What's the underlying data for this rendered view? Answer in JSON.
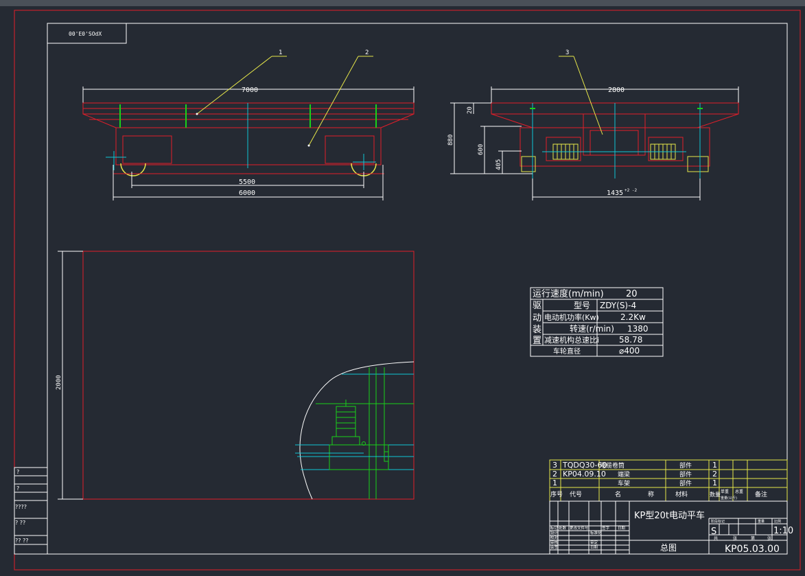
{
  "drawing": {
    "stamp_code": "00'E0'SOdX",
    "balloons": [
      "1",
      "2",
      "3"
    ],
    "side_view": {
      "top_width": "7000",
      "wheel_base": "5500",
      "total_length": "6000"
    },
    "end_view": {
      "top_width": "2800",
      "dim_a": "20",
      "dim_total_height": "880",
      "dim_mid_height": "600",
      "dim_low": "405",
      "gauge": "1435",
      "gauge_tol": "+2 -2"
    },
    "plan_view": {
      "height": "2000"
    },
    "spec_table": {
      "speed_label": "运行速度(m/min)",
      "speed_value": "20",
      "group_label": [
        "驱",
        "动",
        "装",
        "置"
      ],
      "rows": [
        {
          "label": "型号",
          "value": "ZDY(S)-4"
        },
        {
          "label": "电动机功率(Kw)",
          "value": "2.2Kw"
        },
        {
          "label": "转速(r/min)",
          "value": "1380"
        },
        {
          "label": "减速机构总速比i",
          "value": "58.78"
        }
      ],
      "wheel_label": "车轮直径",
      "wheel_value": "⌀400"
    },
    "parts_list": {
      "rows": [
        {
          "no": "3",
          "code": "TQDQ30-60",
          "name": "电缆卷筒",
          "type": "部件",
          "qty": "1"
        },
        {
          "no": "2",
          "code": "KP04.09.10",
          "name": "端梁",
          "type": "部件",
          "qty": "2"
        },
        {
          "no": "1",
          "code": "",
          "name": "车架",
          "type": "部件",
          "qty": "1"
        }
      ],
      "headers": [
        "序号",
        "代号",
        "名",
        "称",
        "材料",
        "数量",
        "单重",
        "总重",
        "备注"
      ],
      "weight_sub": "重量(公斤)"
    },
    "title_block": {
      "title": "KP型20t电动平车",
      "drawing_name": "总图",
      "drawing_no": "KP05.03.00",
      "scale": "1:10",
      "stage": "S",
      "header_cells": [
        "阶段标记",
        "重量",
        "比例"
      ],
      "sheet_cells": [
        "共",
        "张",
        "第",
        "张"
      ],
      "left_rows": [
        [
          "标记",
          "处数",
          "更改文件号",
          "签字",
          "日期"
        ],
        [
          "设计",
          "",
          "标准化",
          "",
          ""
        ],
        [
          "校对",
          "",
          "",
          "",
          ""
        ],
        [
          "审核",
          "",
          "审定",
          "",
          ""
        ],
        [
          "会签",
          "",
          "日期",
          "",
          ""
        ]
      ]
    },
    "side_box": {
      "rows": [
        "?",
        "?",
        "????",
        "? ??",
        "?? ??"
      ]
    }
  }
}
